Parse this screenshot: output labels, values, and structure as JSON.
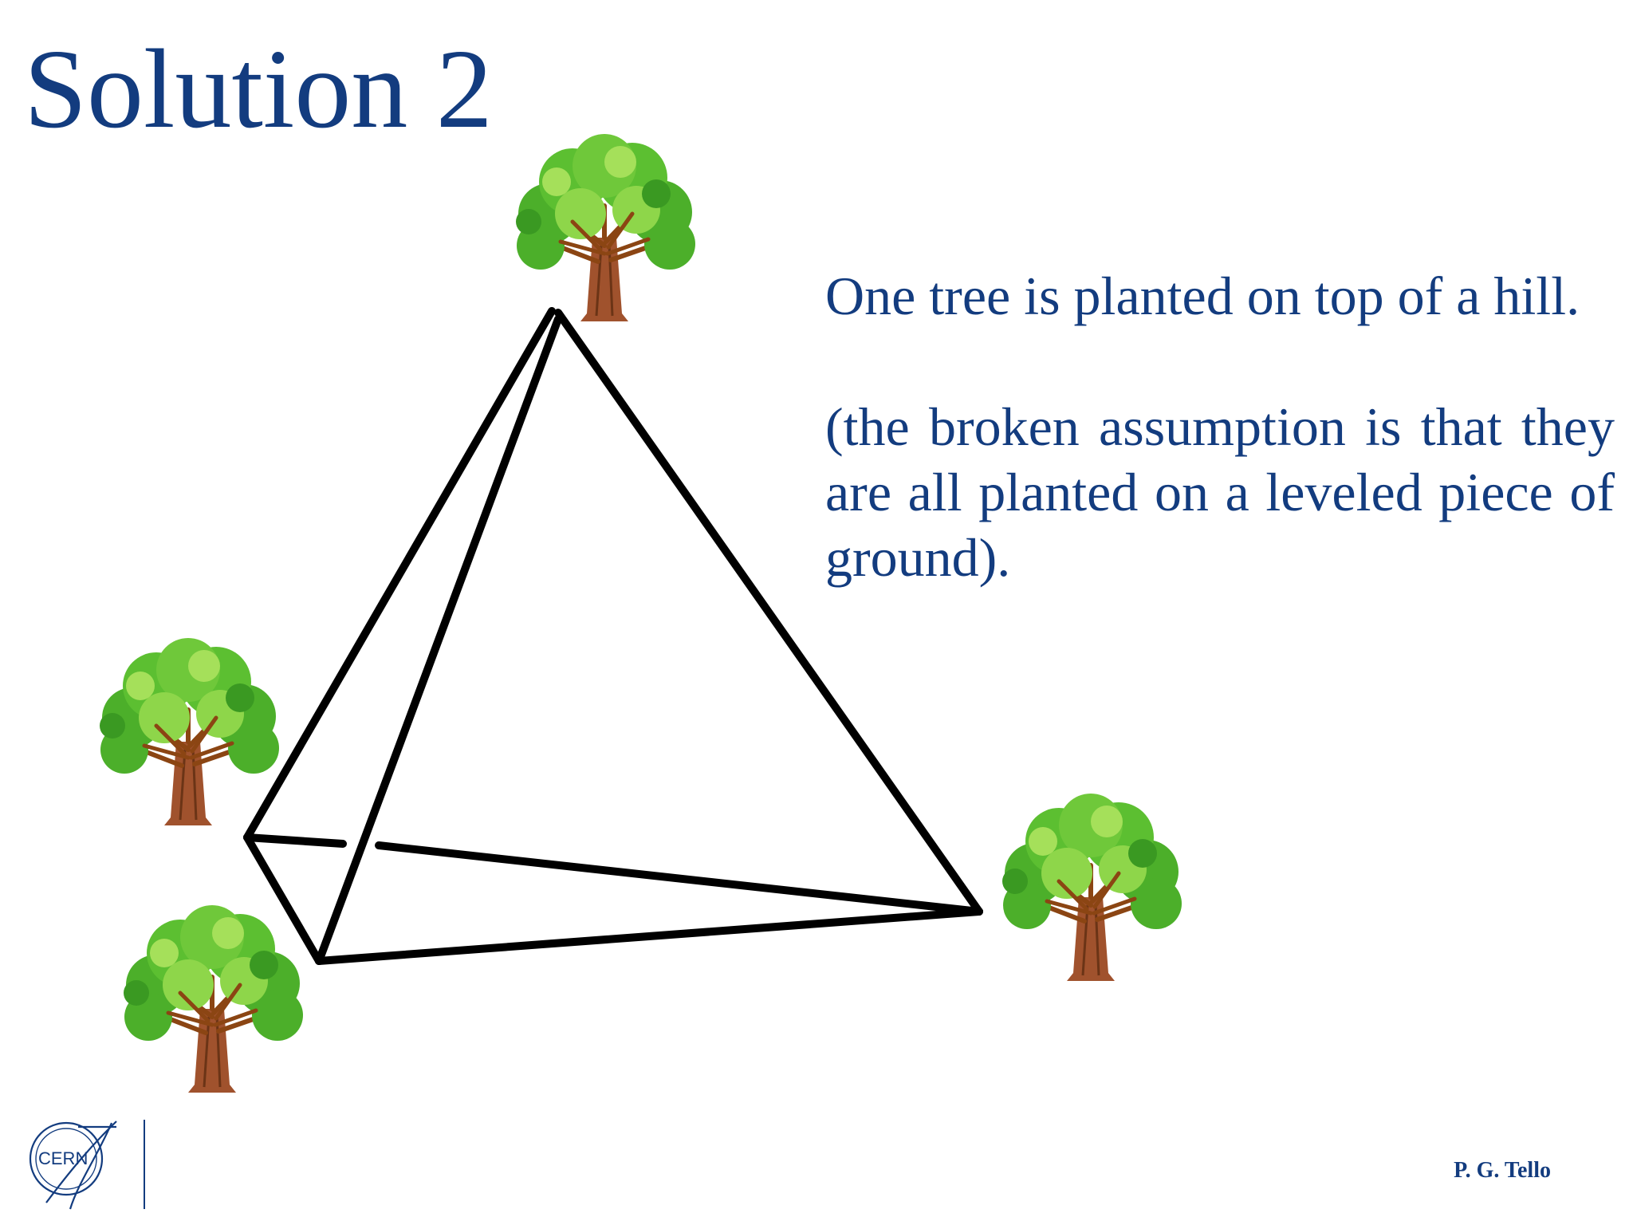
{
  "slide": {
    "title": "Solution 2",
    "paragraphs": [
      "One tree is planted on top of a hill.",
      "(the broken assumption is that they are all planted on a leveled piece of ground)."
    ]
  },
  "footer": {
    "logo_text": "CERN",
    "author": "P. G. Tello"
  },
  "colors": {
    "title": "#133c7f",
    "text": "#133c7f",
    "edges": "#000000",
    "foliage": "#4caf2a",
    "foliage_light": "#8ed64a",
    "trunk": "#a0522d"
  },
  "icons": [
    "tree-icon",
    "cern-logo"
  ]
}
